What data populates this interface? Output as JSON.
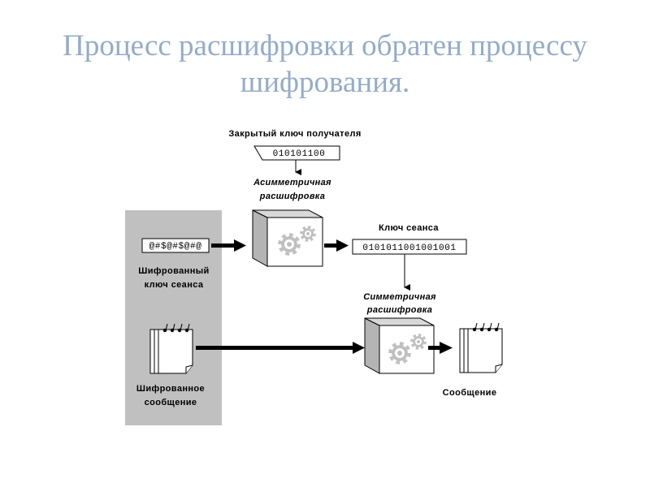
{
  "slide": {
    "title_line1": "Процесс расшифровки обратен процессу",
    "title_line2": "шифрования."
  },
  "diagram": {
    "private_key": {
      "label": "Закрытый ключ получателя",
      "value": "010101100"
    },
    "asymmetric": {
      "line1": "Асимметричная",
      "line2": "расшифровка"
    },
    "encrypted_session_key": {
      "value": "@#$@#$@#@",
      "line1": "Шифрованный",
      "line2": "ключ сеанса"
    },
    "session_key": {
      "label": "Ключ сеанса",
      "value": "0101011001001001"
    },
    "symmetric": {
      "line1": "Симметричная",
      "line2": "расшифровка"
    },
    "encrypted_message": {
      "line1": "Шифрованное",
      "line2": "сообщение"
    },
    "message": {
      "label": "Сообщение"
    },
    "colors": {
      "title": "#94acc9",
      "panel": "#c0c0c0",
      "cube_side": "#b4b4b4",
      "cube_top": "#d8d8d8",
      "gear": "#c0c0c0"
    }
  }
}
